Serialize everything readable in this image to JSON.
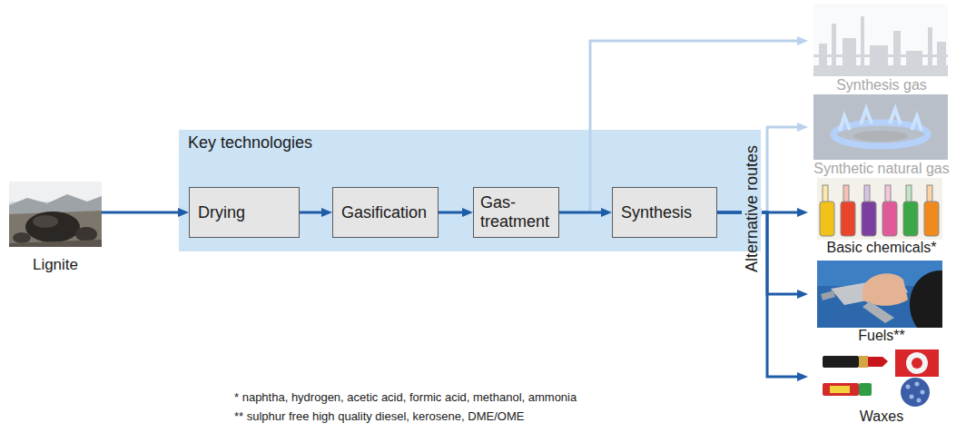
{
  "diagram": {
    "nodes": [
      {
        "text": [
          "Lignite"
        ]
      },
      {
        "text": [
          "Key technologies"
        ]
      },
      {
        "text": [
          "Drying"
        ],
        "in": 1
      },
      {
        "text": [
          "Gasification"
        ],
        "in": 1
      },
      {
        "text": [
          "Gas- treatment"
        ],
        "in": 1
      },
      {
        "text": [
          "Synthesis"
        ],
        "in": 1
      },
      {
        "text": [
          "Synthesis gas"
        ]
      },
      {
        "text": [
          "Synthetic natural gas"
        ]
      },
      {
        "text": [
          "Basic chemicals*"
        ]
      },
      {
        "text": [
          "Fuels**"
        ]
      },
      {
        "text": [
          "Waxes"
        ]
      }
    ],
    "edges": [
      {
        "from": 0,
        "to": 2,
        "arrow": "to"
      },
      {
        "from": 2,
        "to": 3,
        "arrow": "to"
      },
      {
        "from": 3,
        "to": 4,
        "arrow": "to"
      },
      {
        "from": 4,
        "to": 5,
        "arrow": "to"
      },
      {
        "from": 4,
        "to": 6,
        "arrow": "to"
      },
      {
        "from": 5,
        "to": 7,
        "arrow": "to"
      },
      {
        "from": 5,
        "to": 8,
        "arrow": "to"
      },
      {
        "from": 5,
        "to": 9,
        "arrow": "to"
      },
      {
        "from": 5,
        "to": 10,
        "arrow": "to"
      }
    ],
    "labels": [
      "Alternative routes",
      "* naphtha, hydrogen, acetic acid, formic acid, methanol, ammonia",
      "** sulphur free high quality diesel, kerosene, DME/OME"
    ]
  }
}
